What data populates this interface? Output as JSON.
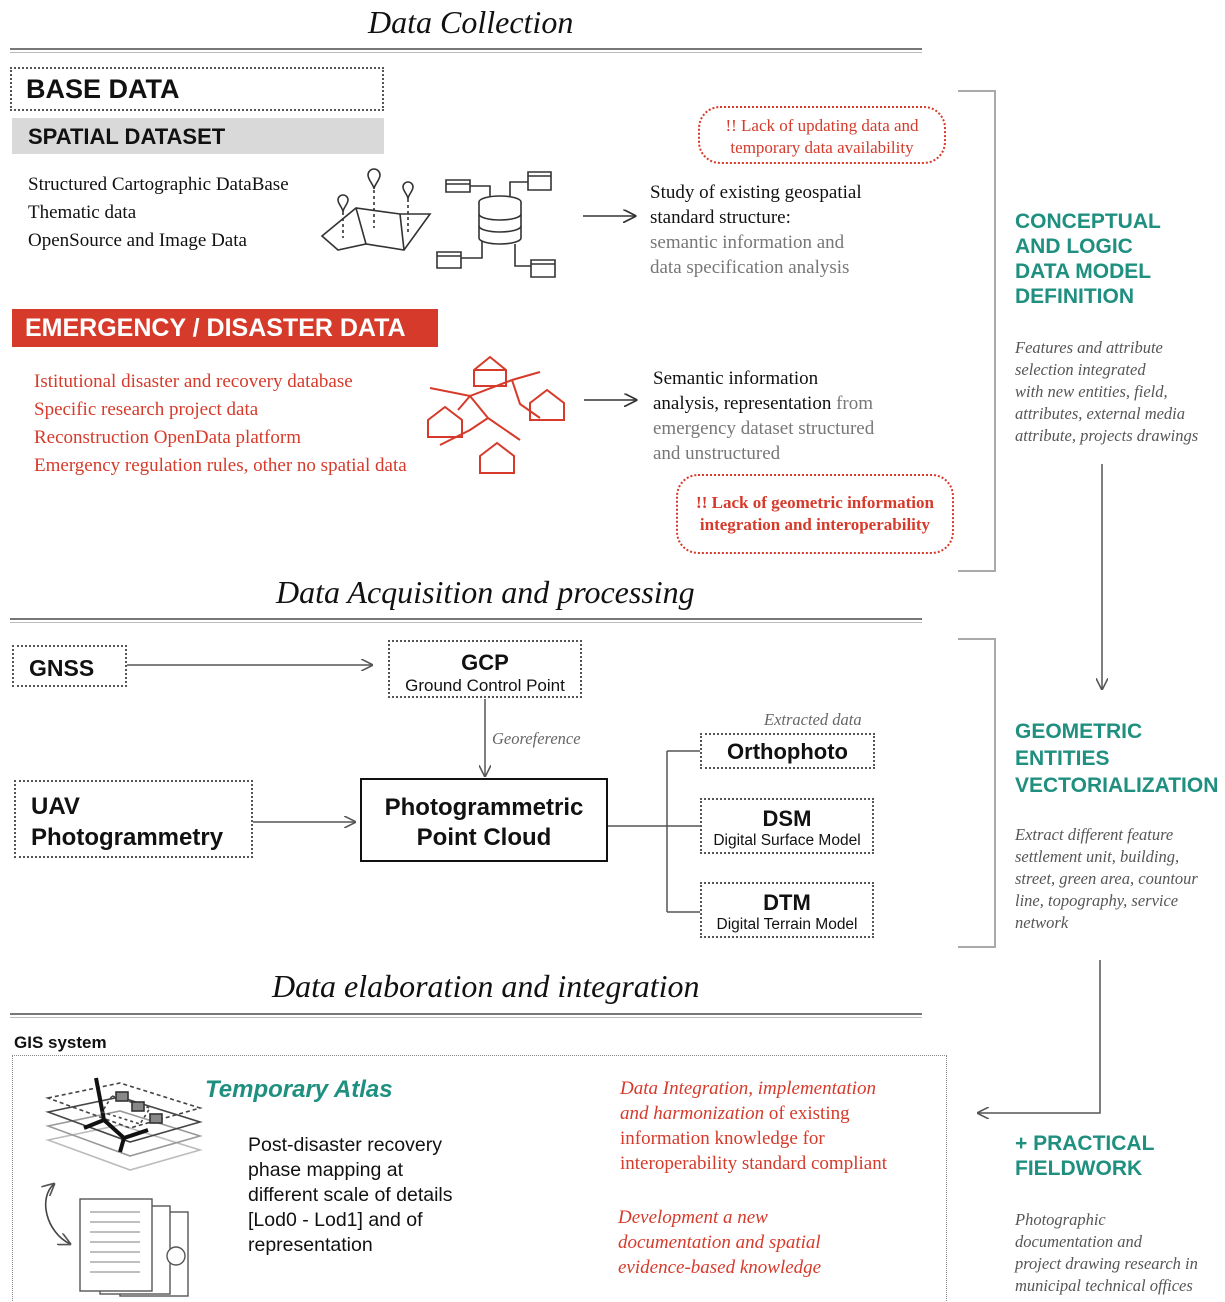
{
  "sections": {
    "collection": "Data Collection",
    "acquisition": "Data Acquisition and  processing",
    "elaboration": "Data elaboration and integration"
  },
  "base": {
    "title": "BASE DATA",
    "spatial": "SPATIAL DATASET",
    "items": [
      "Structured Cartographic DataBase",
      "Thematic data",
      "OpenSource and Image Data"
    ],
    "study_lead": [
      "Study of existing geospatial",
      "standard structure:"
    ],
    "study_grey": [
      "semantic information and",
      "data specification analysis"
    ],
    "warning": [
      "!! Lack of updating data and",
      "temporary data availability"
    ]
  },
  "emergency": {
    "title": "EMERGENCY / DISASTER DATA",
    "items": [
      "Istitutional disaster and recovery database",
      "Specific research project data",
      "Reconstruction OpenData platform",
      "Emergency regulation rules, other no spatial data"
    ],
    "sem_1": "Semantic information",
    "sem_2a": "analysis, representation",
    "sem_2b": " from",
    "sem_grey": [
      "emergency dataset structured",
      "and unstructured"
    ],
    "warning": [
      "!! Lack of geometric information",
      "integration and interoperability"
    ]
  },
  "acq": {
    "gnss": "GNSS",
    "gcp_title": "GCP",
    "gcp_sub": "Ground Control Point",
    "georef": "Georeference",
    "uav": [
      "UAV",
      "Photogrammetry"
    ],
    "cloud": [
      "Photogrammetric",
      "Point Cloud"
    ],
    "extracted": "Extracted data",
    "ortho": "Orthophoto",
    "dsm_title": "DSM",
    "dsm_sub": "Digital Surface Model",
    "dtm_title": "DTM",
    "dtm_sub": "Digital Terrain Model"
  },
  "right": {
    "h1": [
      "CONCEPTUAL",
      "AND LOGIC",
      "DATA MODEL",
      "DEFINITION"
    ],
    "n1": [
      "Features and attribute",
      "selection integrated",
      "with new entities, field,",
      "attributes, external media",
      "attribute, projects drawings"
    ],
    "h2": [
      "GEOMETRIC",
      "ENTITIES",
      "VECTORIALIZATION"
    ],
    "n2": [
      "Extract different feature",
      "settlement unit, building,",
      "street, green area, countour",
      "line, topography, service",
      "network"
    ],
    "h3": [
      "+ PRACTICAL",
      "FIELDWORK"
    ],
    "n3": [
      "Photographic",
      "documentation and",
      "project drawing research in",
      "municipal technical offices"
    ]
  },
  "gis": {
    "label": "GIS system",
    "atlas": "Temporary Atlas",
    "desc": [
      "Post-disaster recovery",
      "phase mapping at",
      "different scale of details",
      "[Lod0 - Lod1] and of",
      "representation"
    ],
    "int_red": [
      "Data Integration, implementation",
      "and harmonization"
    ],
    "int_red_tail": " of existing",
    "int_rest": [
      "information knowledge for",
      "interoperability standard compliant"
    ],
    "dev": [
      "Development a new",
      "documentation and spatial",
      "evidence-based knowledge"
    ]
  },
  "colors": {
    "red": "#d63a2a",
    "teal": "#1f8f80",
    "grey": "#777777",
    "dark": "#111111"
  }
}
